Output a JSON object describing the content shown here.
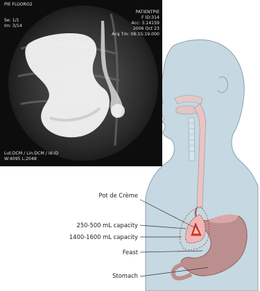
{
  "xray": {
    "title": "PIE FLUORO2",
    "patient": "PATIENTPIE",
    "sex_id": "F  ID:314",
    "acc": "Acc: 3.14159",
    "date": "2006 Oct 23",
    "acq_time": "Acq Tm: 08:15:19.000",
    "series": "Se: 1/1",
    "image_num": "Im: 3/14",
    "lut": "Lut:DCM / Lin:DCM / Id:ID",
    "window": "W:4095  L:2048"
  },
  "diagram": {
    "labels": {
      "pot_de_creme": "Pot de Crème",
      "capacity_small": "250-500 mL capacity",
      "capacity_large": "1400-1600 mL capacity",
      "feast": "Feast",
      "stomach": "Stomach"
    },
    "colors": {
      "body": "#c6d8e1",
      "body_outline": "#8aa1ad",
      "esophagus": "#ecc2c2",
      "stomach": "#bc8f8f",
      "stomach_dark": "#8f5d5d",
      "small_stomach": "#f0b6b6",
      "creme": "#e33a3a",
      "leader": "#333333"
    }
  }
}
